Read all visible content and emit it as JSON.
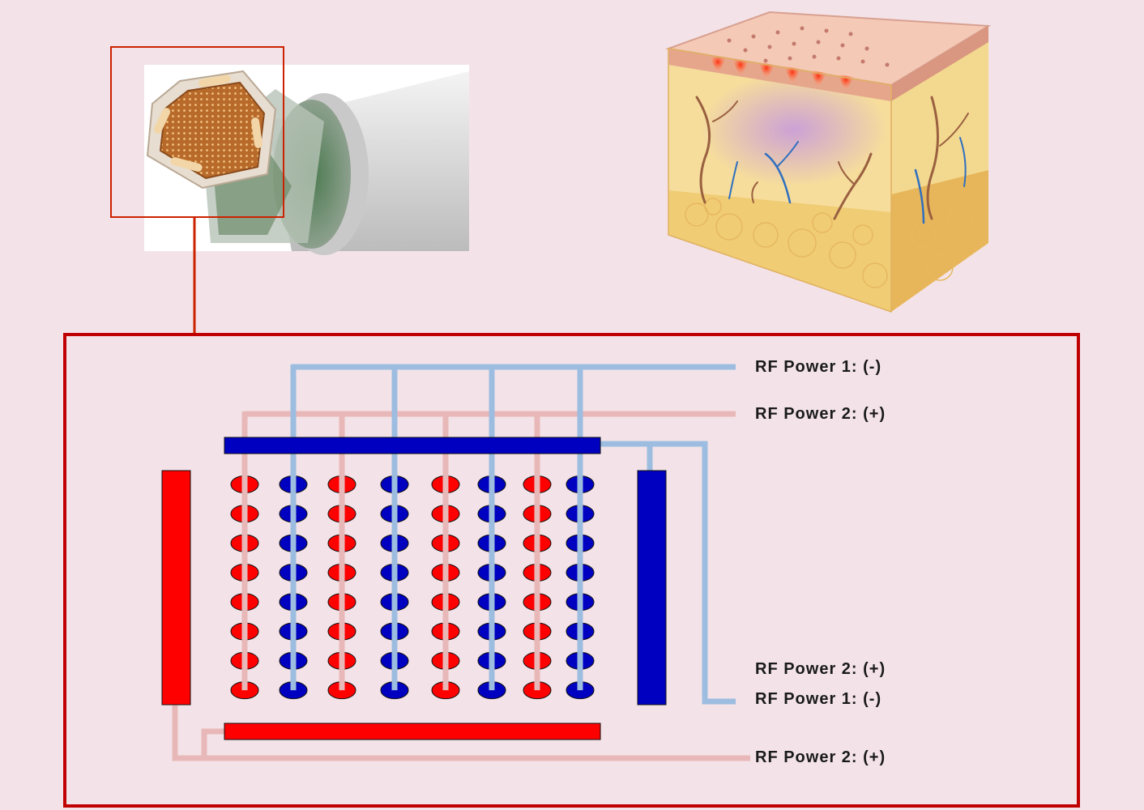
{
  "labels": {
    "rf1_top": "RF Power 1: (-)",
    "rf2_top": "RF Power 2: (+)",
    "rf2_mid": "RF Power 2: (+)",
    "rf1_mid": "RF Power 1: (-)",
    "rf2_bottom": "RF Power 2: (+)"
  },
  "grid": {
    "rows": 8,
    "columns": 8,
    "column_polarity": [
      "+",
      "-",
      "+",
      "-",
      "+",
      "-",
      "+",
      "-"
    ]
  },
  "colors": {
    "background": "#f3e3e8",
    "frame": "#c00000",
    "positive_electrode": "#ff0000",
    "negative_electrode": "#0000c0",
    "positive_wire": "#e8b8b8",
    "negative_wire": "#9dbde0"
  }
}
